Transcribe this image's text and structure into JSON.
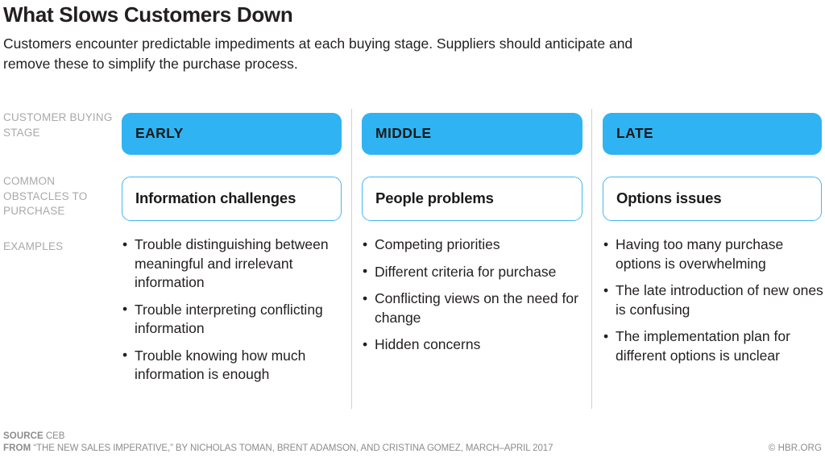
{
  "header": {
    "title": "What Slows Customers Down",
    "subtitle": "Customers encounter predictable impediments at each buying stage. Suppliers should anticipate and remove these to simplify the purchase process."
  },
  "row_labels": {
    "stage": "CUSTOMER BUYING STAGE",
    "obstacles": "COMMON OBSTACLES TO PURCHASE",
    "examples": "EXAMPLES"
  },
  "colors": {
    "accent_fill": "#30b3f2",
    "accent_border": "#45b8f0",
    "label_gray": "#a9a9a9",
    "footer_gray": "#8c8c8c",
    "divider_gray": "#d0d0d0",
    "text_dark": "#231f20"
  },
  "bullet_glyph": "•",
  "columns": [
    {
      "stage": "EARLY",
      "obstacle": "Information challenges",
      "examples": [
        "Trouble distinguishing between meaningful and irrelevant information",
        "Trouble interpreting conflicting information",
        "Trouble knowing how much information is enough"
      ]
    },
    {
      "stage": "MIDDLE",
      "obstacle": "People problems",
      "examples": [
        "Competing priorities",
        "Different criteria for purchase",
        "Conflicting views on the need for change",
        "Hidden concerns"
      ]
    },
    {
      "stage": "LATE",
      "obstacle": "Options issues",
      "examples": [
        "Having too many purchase options is overwhelming",
        "The late introduction of new ones is confusing",
        "The implementation plan for different options is unclear"
      ]
    }
  ],
  "footer": {
    "source_key": "SOURCE",
    "source_value": "CEB",
    "from_key": "FROM",
    "from_value": "“THE NEW SALES IMPERATIVE,” BY NICHOLAS TOMAN, BRENT ADAMSON, AND CRISTINA GOMEZ, MARCH–APRIL 2017",
    "credit": "© HBR.ORG"
  }
}
